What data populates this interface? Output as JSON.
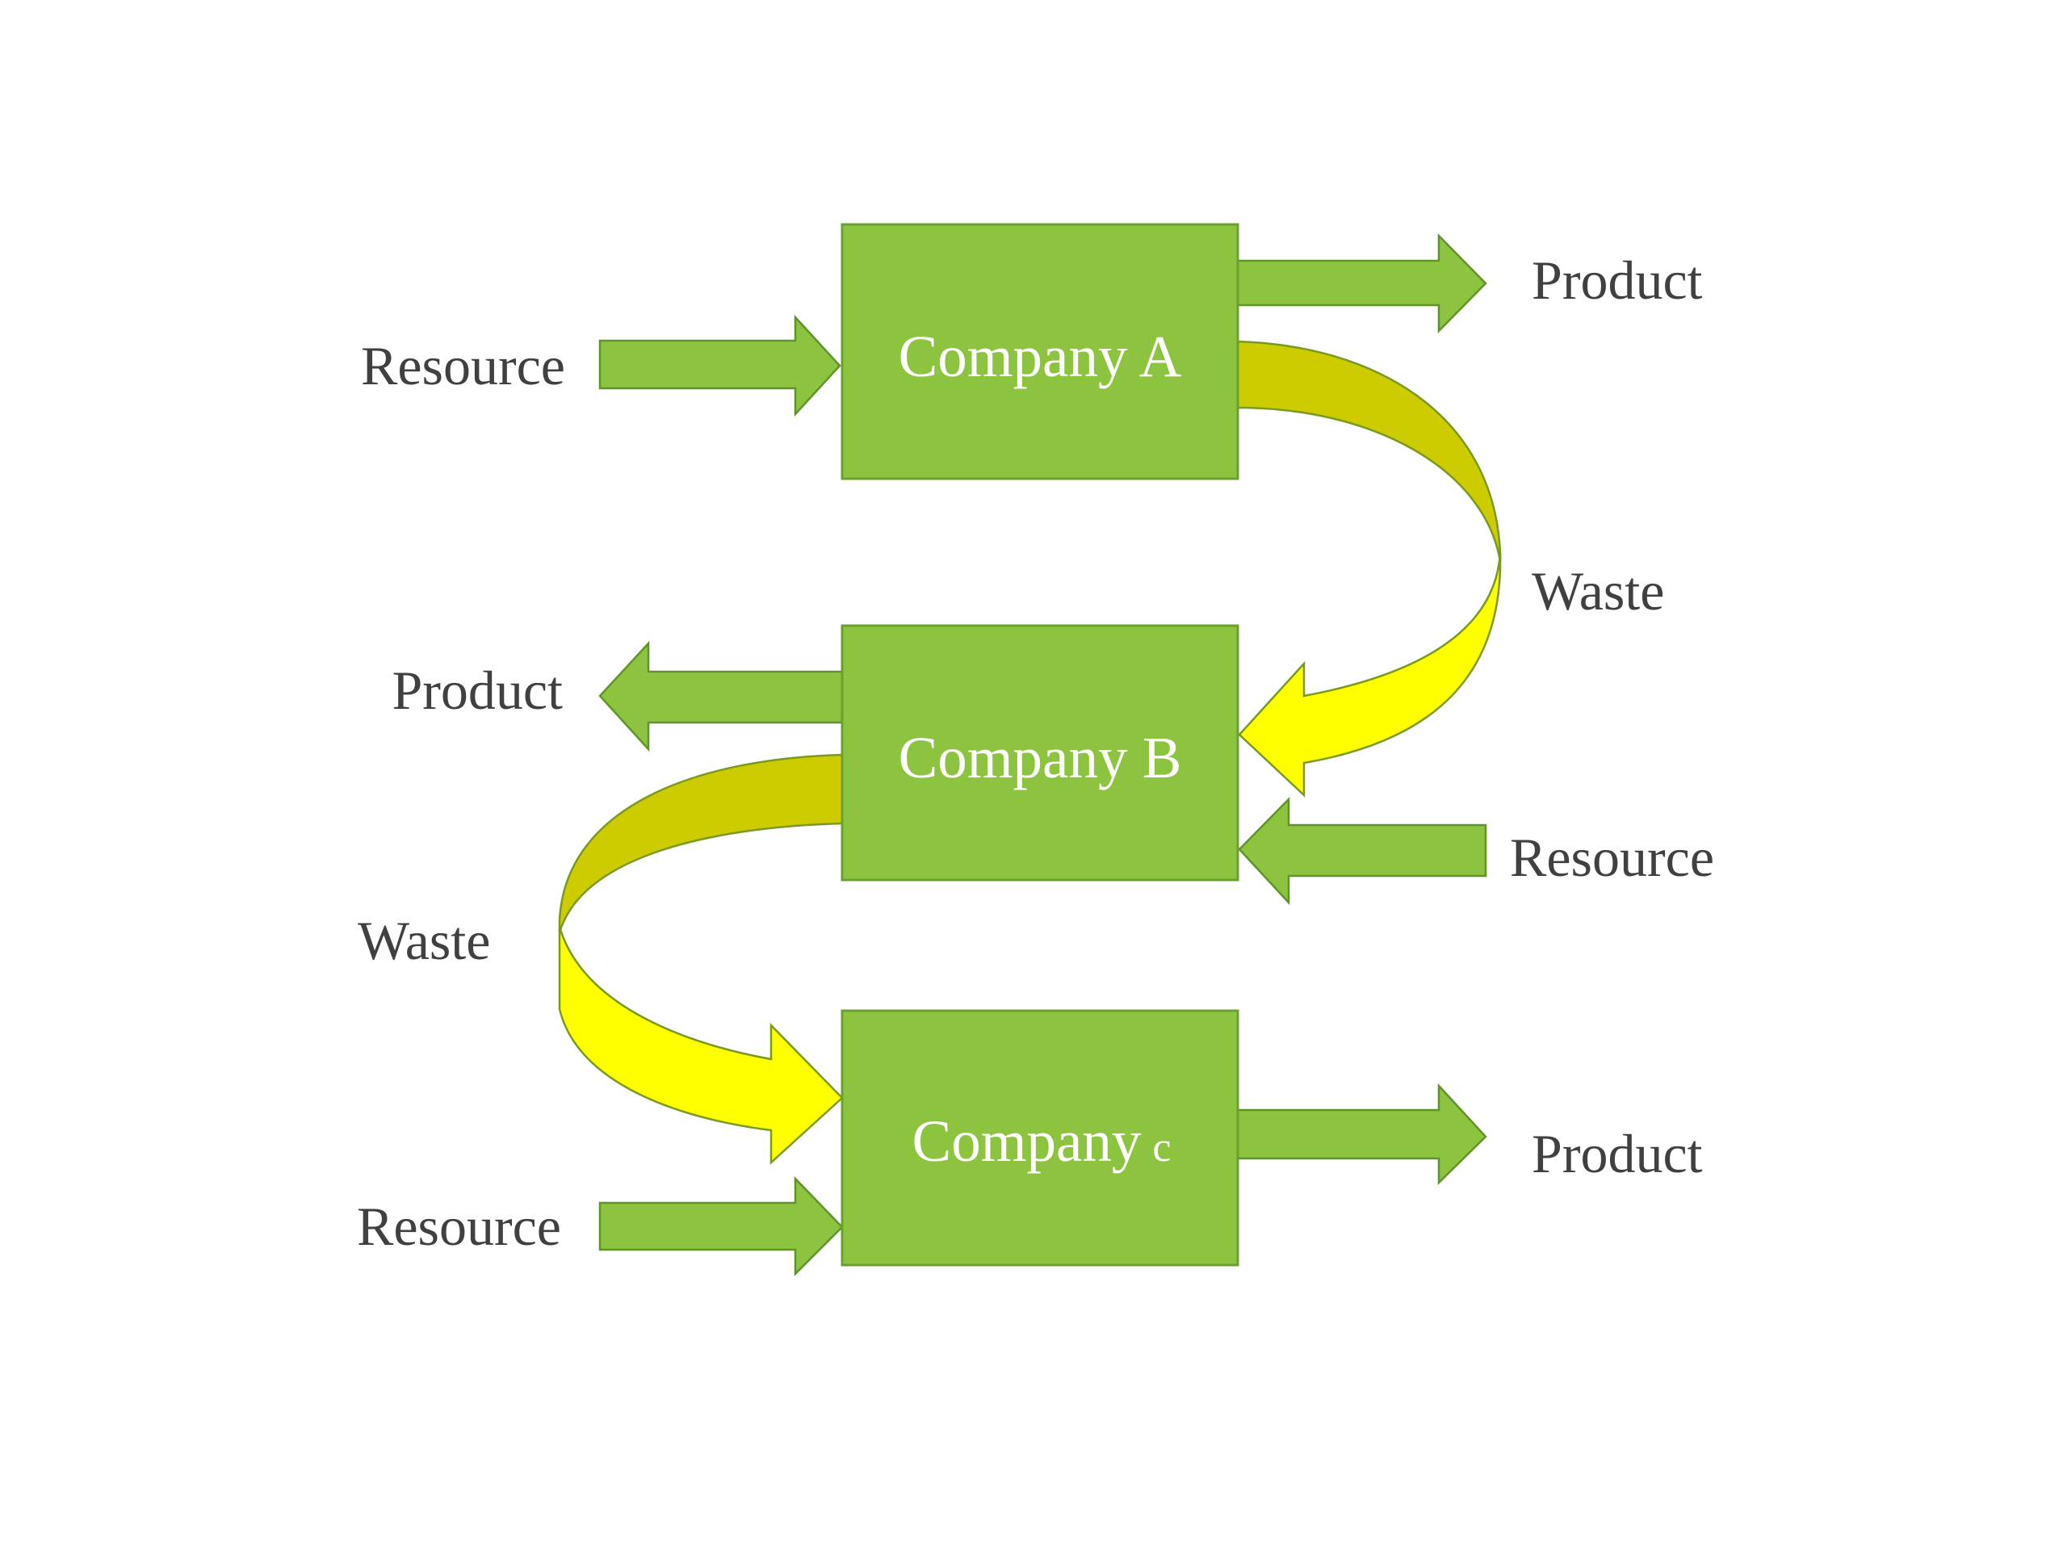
{
  "colors": {
    "box_fill": "#8dc43f",
    "flow_arrow_fill": "#8dc43f",
    "waste_top": "#cccc00",
    "waste_bottom": "#ffff00",
    "label_text": "#404040",
    "box_text": "#ffffff"
  },
  "companies": {
    "a": {
      "name": "Company A"
    },
    "b": {
      "name": "Company B"
    },
    "c": {
      "name": "Company",
      "suffix": "c"
    }
  },
  "labels": {
    "a_resource": "Resource",
    "a_product": "Product",
    "ab_waste": "Waste",
    "b_product": "Product",
    "b_resource": "Resource",
    "bc_waste": "Waste",
    "c_resource": "Resource",
    "c_product": "Product"
  }
}
